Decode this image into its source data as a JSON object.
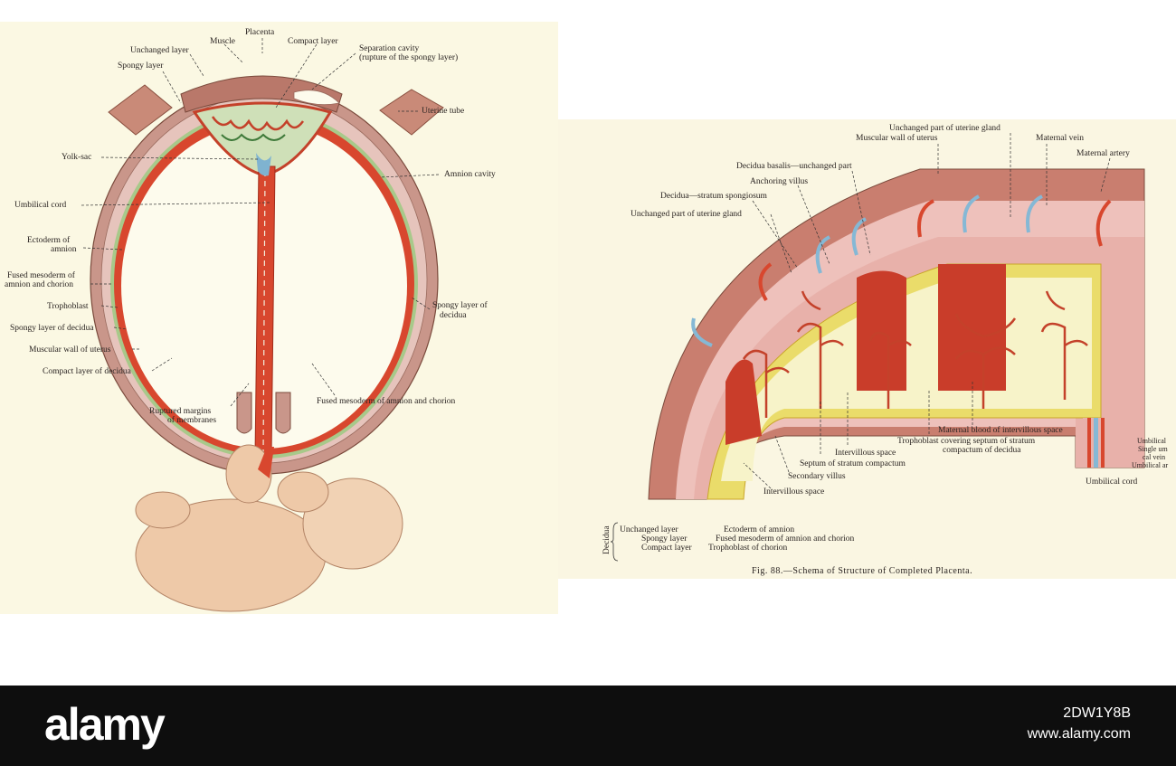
{
  "left_figure": {
    "labels": {
      "placenta": "Placenta",
      "muscle": "Muscle",
      "unchanged_layer": "Unchanged layer",
      "compact_layer": "Compact layer",
      "separation_cavity": "Separation cavity",
      "separation_cavity_note": "(rupture of the spongy layer)",
      "spongy_layer": "Spongy layer",
      "uterine_tube": "Uterine tube",
      "yolk_sac": "Yolk-sac",
      "amnion_cavity": "Amnion cavity",
      "umbilical_cord": "Umbilical cord",
      "ectoderm_of": "Ectoderm of",
      "amnion": "amnion",
      "fused_mesoderm_1": "Fused mesoderm of",
      "fused_mesoderm_2": "amnion and chorion",
      "trophoblast": "Trophoblast",
      "spongy_layer_of": "Spongy layer of",
      "decidua": "decidua",
      "spongy_layer_decidua": "Spongy layer of decidua",
      "muscular_wall": "Muscular wall of uterus",
      "compact_layer_decidua": "Compact layer of decidua",
      "ruptured_1": "Ruptured margins",
      "ruptured_2": "of membranes",
      "fused_mesoderm_bottom": "Fused mesoderm of amnion and chorion"
    }
  },
  "right_figure": {
    "labels": {
      "unchanged_part_gland_top": "Unchanged part of uterine gland",
      "muscular_wall": "Muscular wall of uterus",
      "maternal_vein": "Maternal vein",
      "maternal_artery": "Maternal artery",
      "decidua_basalis": "Decidua basalis—unchanged part",
      "anchoring_villus": "Anchoring villus",
      "decidua_spongiosum": "Decidua—stratum spongiosum",
      "unchanged_part_gland_left": "Unchanged part of uterine gland",
      "maternal_blood": "Maternal blood of intervillous space",
      "troph_cover_1": "Trophoblast covering septum of stratum",
      "troph_cover_2": "compactum of decidua",
      "intervillous_space_1": "Intervillous space",
      "septum": "Septum of stratum compactum",
      "secondary_villus": "Secondary villus",
      "intervillous_space_2": "Intervillous space",
      "umbilical_a": "Umbilical",
      "single_um": "Single um",
      "cal_vein": "cal vein",
      "umbilical_ar": "Umbilical ar",
      "umbilical_cord": "Umbilical cord",
      "decidua_bracket": "Decidua",
      "unchanged_layer": "Unchanged layer",
      "spongy_layer": "Spongy layer",
      "compact_layer": "Compact layer",
      "ectoderm_amnion": "Ectoderm of amnion",
      "fused_mesoderm": "Fused mesoderm of amnion and chorion",
      "trophoblast_chorion": "Trophoblast of chorion"
    },
    "caption": "Fig. 88.—Schema of Structure of Completed Placenta."
  },
  "footer": {
    "brand": "alamy",
    "image_id": "2DW1Y8B",
    "site": "www.alamy.com"
  }
}
